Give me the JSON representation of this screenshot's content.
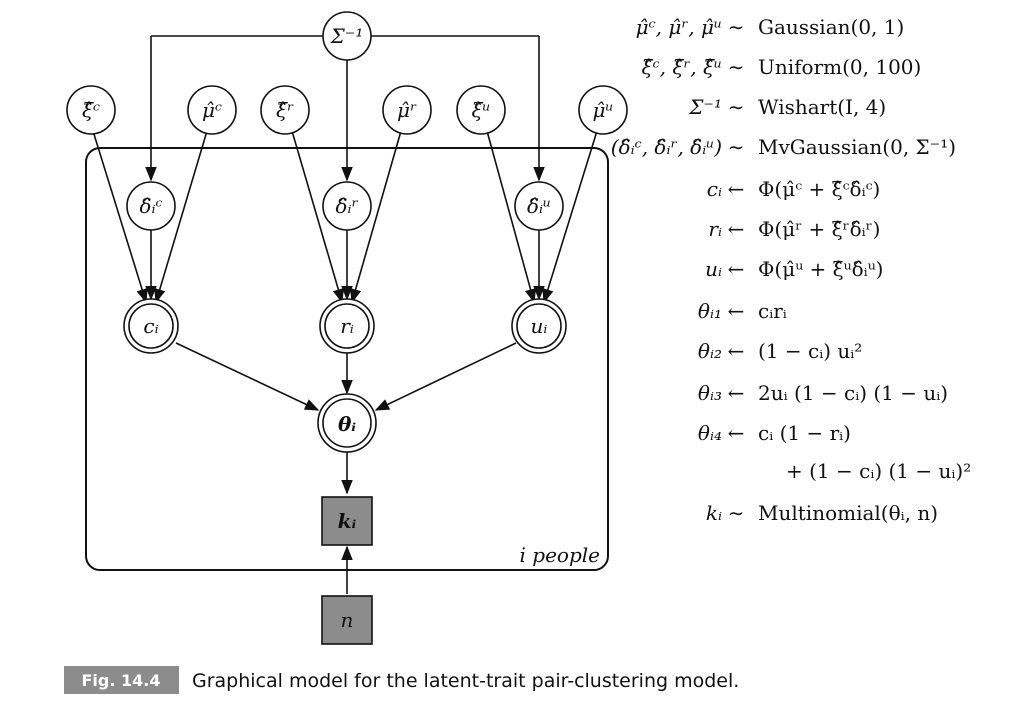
{
  "diagram": {
    "nodes": {
      "sigma_inv": "Σ⁻¹",
      "xi_c": "ξ̂ᶜ",
      "mu_c": "μ̂ᶜ",
      "xi_r": "ξ̂ʳ",
      "mu_r": "μ̂ʳ",
      "xi_u": "ξ̂ᵘ",
      "mu_u": "μ̂ᵘ",
      "delta_c": "δ̂ᵢᶜ",
      "delta_r": "δ̂ᵢʳ",
      "delta_u": "δ̂ᵢᵘ",
      "c_i": "cᵢ",
      "r_i": "rᵢ",
      "u_i": "uᵢ",
      "theta_i": "θᵢ",
      "k_i": "kᵢ",
      "n": "n"
    },
    "plate_label": "i people"
  },
  "equations": [
    {
      "lhs": "μ̂ᶜ, μ̂ʳ, μ̂ᵘ",
      "op": "∼",
      "rhs": "Gaussian(0, 1)"
    },
    {
      "lhs": "ξ̂ᶜ, ξ̂ʳ, ξ̂ᵘ",
      "op": "∼",
      "rhs": "Uniform(0, 100)"
    },
    {
      "lhs": "Σ⁻¹",
      "op": "∼",
      "rhs": "Wishart(I, 4)"
    },
    {
      "lhs": "(δ̂ᵢᶜ, δ̂ᵢʳ, δ̂ᵢᵘ)",
      "op": "∼",
      "rhs": "MvGaussian(0, Σ⁻¹)"
    },
    {
      "lhs": "cᵢ",
      "op": "←",
      "rhs": "Φ(μ̂ᶜ + ξ̂ᶜδ̂ᵢᶜ)"
    },
    {
      "lhs": "rᵢ",
      "op": "←",
      "rhs": "Φ(μ̂ʳ + ξ̂ʳδ̂ᵢʳ)"
    },
    {
      "lhs": "uᵢ",
      "op": "←",
      "rhs": "Φ(μ̂ᵘ + ξ̂ᵘδ̂ᵢᵘ)"
    },
    {
      "lhs": "θᵢ₁",
      "op": "←",
      "rhs": "cᵢrᵢ"
    },
    {
      "lhs": "θᵢ₂",
      "op": "←",
      "rhs": "(1 − cᵢ) uᵢ²"
    },
    {
      "lhs": "θᵢ₃",
      "op": "←",
      "rhs": "2uᵢ (1 − cᵢ) (1 − uᵢ)"
    },
    {
      "lhs": "θᵢ₄",
      "op": "←",
      "rhs": "cᵢ (1 − rᵢ)"
    },
    {
      "lhs": "",
      "op": "",
      "rhs": "+ (1 − cᵢ) (1 − uᵢ)²"
    },
    {
      "lhs": "kᵢ",
      "op": "∼",
      "rhs": "Multinomial(θᵢ, n)"
    }
  ],
  "caption": {
    "badge": "Fig. 14.4",
    "text": "Graphical model for the latent-trait pair-clustering model."
  }
}
